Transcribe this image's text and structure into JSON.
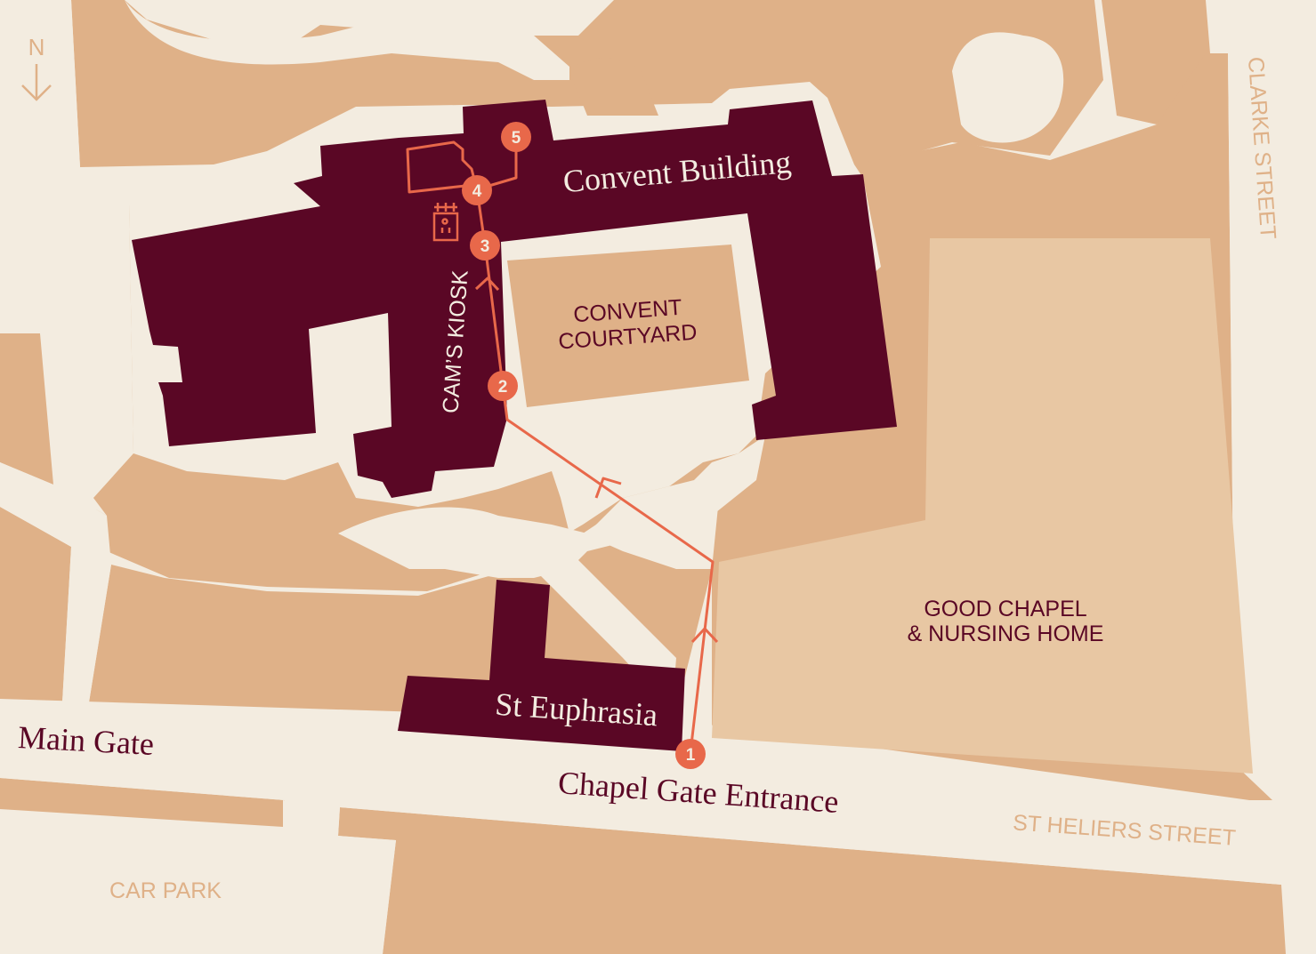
{
  "map": {
    "compass": "N",
    "colors": {
      "road": "#f3ece0",
      "ground": "#dfb188",
      "ground_light": "#e8c7a3",
      "building": "#5a0725",
      "route": "#e8684a"
    },
    "labels": {
      "convent_building": "Convent Building",
      "convent_courtyard_1": "CONVENT",
      "convent_courtyard_2": "COURTYARD",
      "cams_kiosk": "CAM’S KIOSK",
      "good_chapel_1": "GOOD CHAPEL",
      "good_chapel_2": "& NURSING HOME",
      "st_euphrasia": "St Euphrasia",
      "main_gate": "Main Gate",
      "chapel_gate": "Chapel Gate Entrance",
      "st_heliers": "ST HELIERS STREET",
      "clarke_street": "CLARKE STREET",
      "car_park": "CAR PARK"
    },
    "route_stops": [
      "1",
      "2",
      "3",
      "4",
      "5"
    ],
    "kiosk_icon": "kiosk-icon"
  }
}
